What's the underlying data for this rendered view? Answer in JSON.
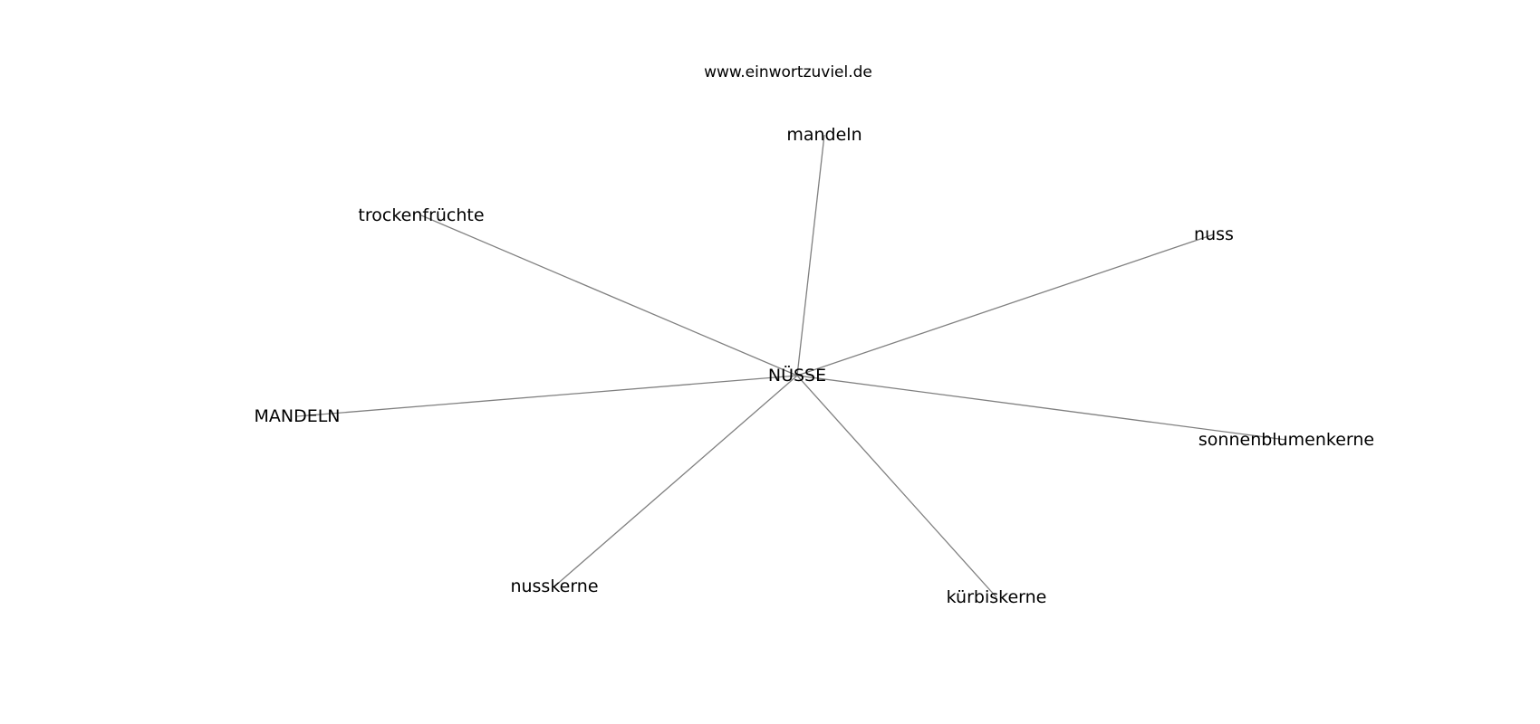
{
  "header": {
    "site": "www.einwortzuviel.de"
  },
  "graph": {
    "center": {
      "id": "center",
      "label": "NÜSSE"
    },
    "neighbors": [
      {
        "id": "mandeln",
        "label": "mandeln"
      },
      {
        "id": "trockenfruechte",
        "label": "trockenfrüchte"
      },
      {
        "id": "nuss",
        "label": "nuss"
      },
      {
        "id": "mandeln-upper",
        "label": "MANDELN"
      },
      {
        "id": "sonnenblumenkerne",
        "label": "sonnenblumenkerne"
      },
      {
        "id": "nusskerne",
        "label": "nusskerne"
      },
      {
        "id": "kuerbiskerne",
        "label": "kürbiskerne"
      }
    ],
    "edge_color": "#808080",
    "text_color": "#000000"
  }
}
